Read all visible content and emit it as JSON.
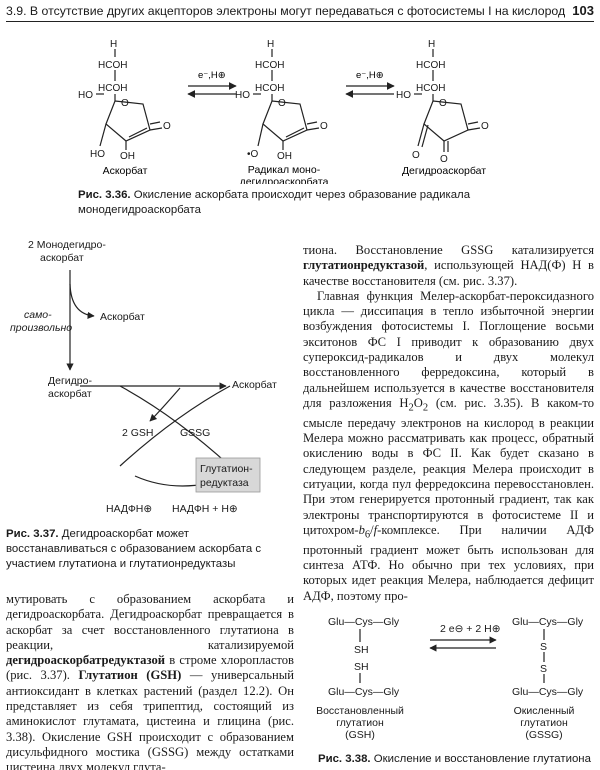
{
  "header": {
    "title": "3.9. В отсутствие других акцепторов электроны могут передаваться с фотосистемы I на кислород",
    "page_number": "103"
  },
  "fig336": {
    "label": "Рис. 3.36.",
    "caption": " Окисление аскорбата происходит через образование радикала монодегидроаскорбата",
    "mol1_name": "Аскорбат",
    "mol2_name_l1": "Радикал моно-",
    "mol2_name_l2": "дегидроаскорбата",
    "mol3_name": "Дегидроаскорбат",
    "arrow_label": "e⁻,H⊕",
    "atoms": {
      "h": "H",
      "hcoh": "HCOH",
      "ho": "HO",
      "oh": "OH",
      "o": "O",
      "radical_o": "•O"
    }
  },
  "fig337": {
    "label": "Рис. 3.37.",
    "caption": " Дегидроаскорбат может восстанавливаться с образованием аскорбата с участием глутатиона и глутатионредуктазы",
    "mono_l1": "2 Монодегидро-",
    "mono_l2": "аскорбат",
    "spont_l1": "само-",
    "spont_l2": "произвольно",
    "ascorbate1": "Аскорбат",
    "dha_l1": "Дегидро-",
    "dha_l2": "аскорбат",
    "ascorbate2": "Аскорбат",
    "gsh": "2 GSH",
    "gssg": "GSSG",
    "enzyme_l1": "Глутатион-",
    "enzyme_l2": "редуктаза",
    "nadph": "НАДФН⊕",
    "nadp": "НАДФН + H⊕"
  },
  "fig338": {
    "label": "Рис. 3.38.",
    "caption": " Окисление и восстановление глутатиона",
    "arrow_label": "2 e⊖ + 2 H⊕",
    "chain": "Glu—Cys—Gly",
    "sh": "SH",
    "s": "S",
    "reduced_l1": "Восстановленный",
    "reduced_l2": "глутатион",
    "reduced_l3": "(GSH)",
    "oxidized_l1": "Окисленный",
    "oxidized_l2": "глутатион",
    "oxidized_l3": "(GSSG)"
  },
  "col2": {
    "p1_a": "тиона. Восстановление GSSG катализируется ",
    "p1_b": "глутатионредуктазой",
    "p1_c": ", использующей НАД(Ф) Н в качестве восстановителя (см. рис. 3.37).",
    "p2_a": "Главная функция Мелер-аскорбат-пероксидазного цикла — диссипация в тепло избыточной энергии возбуждения фотосистемы I. Поглощение восьми экситонов ФС I приводит к образованию двух супероксид-радикалов и двух молекул восстановленного ферредоксина, который в дальнейшем используется в качестве восстановителя для разложения H",
    "p2_sub": "2",
    "p2_mid": "O",
    "p2_sub2": "2",
    "p2_b": " (см. рис. 3.35). В каком-то смысле передачу электронов на кислород в реакции Мелера можно рассматривать как процесс, обратный окислению воды в ФС II. Как будет сказано в следующем разделе, реакция Мелера происходит в ситуации, когда пул ферредоксина перевосстановлен. При этом генерируется протонный градиент, так как электроны транспортируются в фотосистеме II и цитохром-",
    "p2_bsym": "b",
    "p2_bsub": "6",
    "p2_slash": "/",
    "p2_fsym": "f",
    "p2_c": "-комплексе. При наличии АДФ протонный градиент может быть использован для синтеза АТФ. Но обычно при тех условиях, при которых идет реакция Мелера, наблюдается дефицит АДФ, поэтому про-"
  },
  "col1": {
    "t1": "мутировать с образованием аскорбата и дегидроаскорбата. Дегидроаскорбат превращается в аскорбат за счет восстановленного глутатиона в реакции, катализируемой ",
    "t2": "дегидроаскорбатредуктазой",
    "t3": " в строме хлоропластов (рис. 3.37). ",
    "t4": "Глутатион (GSH)",
    "t5": " — универсальный антиоксидант в клетках растений (раздел 12.2). Он представляет из себя трипептид, состоящий из аминокислот глутамата, цистеина и глицина (рис. 3.38). Окисление GSH происходит с образованием дисульфидного мостика (GSSG) между остатками цистеина двух молекул глута-"
  }
}
